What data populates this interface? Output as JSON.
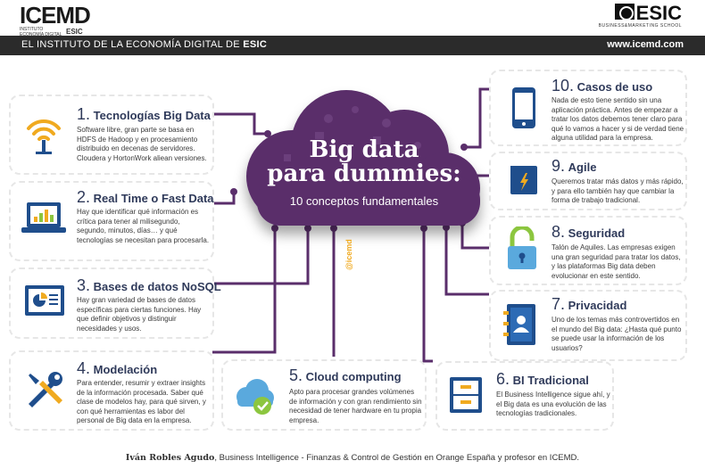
{
  "header": {
    "logo_left": "ICEMD",
    "logo_left_sub": "INSTITUTO ECONOMÍA DIGITAL",
    "logo_left_esic": "ESIC",
    "logo_right": "ESIC",
    "logo_right_sub": "BUSINESS&MARKETING SCHOOL",
    "tagline_prefix": "EL INSTITUTO DE LA ECONOMÍA DIGITAL DE ",
    "tagline_bold": "ESIC",
    "url": "www.icemd.com"
  },
  "center": {
    "title_line1": "Big data",
    "title_line2": "para dummies:",
    "subtitle": "10 conceptos fundamentales",
    "handle": "@icemd"
  },
  "concepts": [
    {
      "num": "1.",
      "name": "Tecnologías Big Data",
      "text": "Software libre, gran parte se basa en HDFS de Hadoop y en procesamiento distribuido en decenas de servidores. Cloudera y HortonWork aliean versiones."
    },
    {
      "num": "2.",
      "name": "Real Time o Fast Data",
      "text": "Hay que identificar qué información es crítica para tener al milisegundo, segundo, minutos, días… y qué tecnologías se necesitan para procesarla."
    },
    {
      "num": "3.",
      "name": "Bases de datos NoSQL",
      "text": "Hay gran variedad de bases de datos específicas para ciertas funciones. Hay que definir objetivos y distinguir necesidades y usos."
    },
    {
      "num": "4.",
      "name": "Modelación",
      "text": "Para entender, resumir y extraer insights de la información procesada. Saber qué clase de modelos hay, para qué sirven, y con qué herramientas es labor del personal de Big data en la empresa."
    },
    {
      "num": "5.",
      "name": "Cloud computing",
      "text": "Apto para procesar grandes volúmenes de información y con gran rendimiento sin necesidad de tener hardware en tu propia empresa."
    },
    {
      "num": "6.",
      "name": "BI Tradicional",
      "text": "El Business Intelligence sigue ahí, y el Big data es una evolución de las tecnologías tradicionales."
    },
    {
      "num": "7.",
      "name": "Privacidad",
      "text": "Uno de los temas más controvertidos en el mundo del Big data: ¿Hasta qué punto se puede usar la información de los usuarios?"
    },
    {
      "num": "8.",
      "name": "Seguridad",
      "text": "Talón de Aquiles. Las empresas exigen una gran seguridad para tratar los datos, y las plataformas Big data deben evolucionar en este sentido."
    },
    {
      "num": "9.",
      "name": "Agile",
      "text": "Queremos tratar más datos y más rápido,  y para ello también hay que cambiar la forma de trabajo tradicional."
    },
    {
      "num": "10.",
      "name": "Casos de uso",
      "text": "Nada de esto tiene sentido sin una aplicación práctica. Antes de empezar a tratar los datos debemos tener claro para qué lo vamos a hacer y si de verdad tiene alguna utilidad para la empresa."
    }
  ],
  "footer": {
    "author": "Iván Robles Agudo",
    "role": ", Business Intelligence - Finanzas & Control de Gestión en Orange España y profesor en ICEMD."
  },
  "colors": {
    "cloud": "#5a2e6b",
    "accent_orange": "#f0aa20",
    "icon_blue": "#1f4e8c",
    "icon_green": "#8cc63f",
    "text_dark": "#2f3a5a"
  },
  "icons": [
    "wifi-icon",
    "laptop-chart-icon",
    "presentation-icon",
    "tools-icon",
    "cloud-check-icon",
    "filing-cabinet-icon",
    "contact-book-icon",
    "padlock-icon",
    "folder-lightning-icon",
    "smartphone-icon"
  ]
}
